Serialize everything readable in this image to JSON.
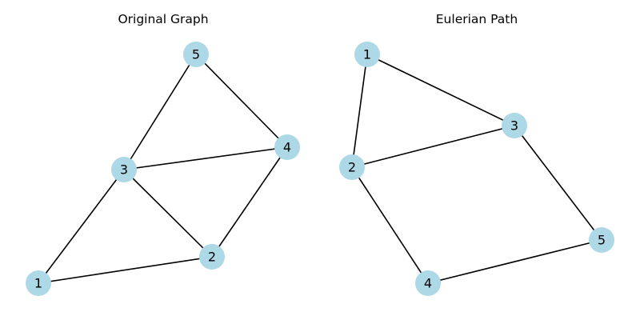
{
  "node_color": "#add8e6",
  "edge_color": "#000000",
  "graphs": [
    {
      "title": "Original Graph",
      "nodes": [
        "1",
        "2",
        "3",
        "4",
        "5"
      ],
      "edges": [
        [
          "1",
          "3"
        ],
        [
          "1",
          "2"
        ],
        [
          "3",
          "5"
        ],
        [
          "3",
          "4"
        ],
        [
          "3",
          "2"
        ],
        [
          "5",
          "4"
        ],
        [
          "4",
          "2"
        ]
      ]
    },
    {
      "title": "Eulerian Path",
      "nodes": [
        "1",
        "2",
        "3",
        "4",
        "5"
      ],
      "edges": [
        [
          "1",
          "2"
        ],
        [
          "1",
          "3"
        ],
        [
          "2",
          "3"
        ],
        [
          "2",
          "4"
        ],
        [
          "3",
          "5"
        ],
        [
          "4",
          "5"
        ]
      ]
    }
  ]
}
